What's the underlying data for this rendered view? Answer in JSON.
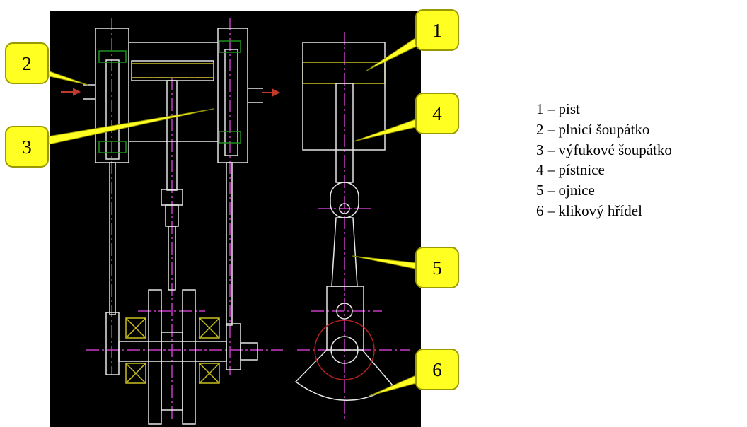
{
  "callouts": [
    {
      "number": "1"
    },
    {
      "number": "2"
    },
    {
      "number": "3"
    },
    {
      "number": "4"
    },
    {
      "number": "5"
    },
    {
      "number": "6"
    }
  ],
  "legend": [
    {
      "text": "1 – pist"
    },
    {
      "text": "2 – plnicí šoupátko"
    },
    {
      "text": "3 – výfukové šoupátko"
    },
    {
      "text": "4 – pístnice"
    },
    {
      "text": "5 – ojnice"
    },
    {
      "text": "6 – klikový hřídel"
    }
  ],
  "colors": {
    "background": "#000000",
    "outline": "#e6e6e6",
    "centerline": "#c43cc4",
    "valve": "#1f8f1f",
    "bearing": "#c8c020",
    "arrow": "#c0392b",
    "crank_circle": "#b02020",
    "callout_fill": "#ffff22",
    "callout_border": "#999900"
  }
}
